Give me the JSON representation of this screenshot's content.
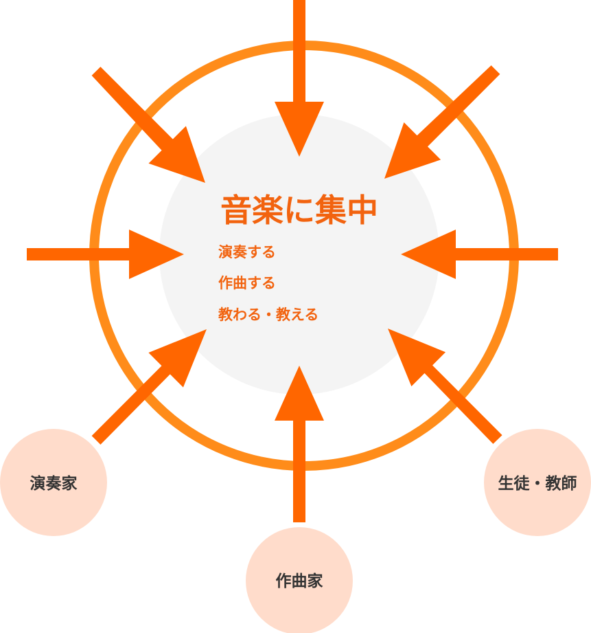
{
  "center": {
    "title": "音楽に集中",
    "items": [
      "演奏する",
      "作曲する",
      "教わる・教える"
    ]
  },
  "roles": [
    {
      "label": "演奏家"
    },
    {
      "label": "作曲家"
    },
    {
      "label": "生徒・教師"
    }
  ],
  "colors": {
    "arrow": "#ff6600",
    "ring": "#ff8c1a",
    "center_fill": "#f4f4f4",
    "role_fill": "#ffdccb",
    "title_text": "#f2630f",
    "item_text": "#f2630f",
    "role_text": "#333333"
  }
}
